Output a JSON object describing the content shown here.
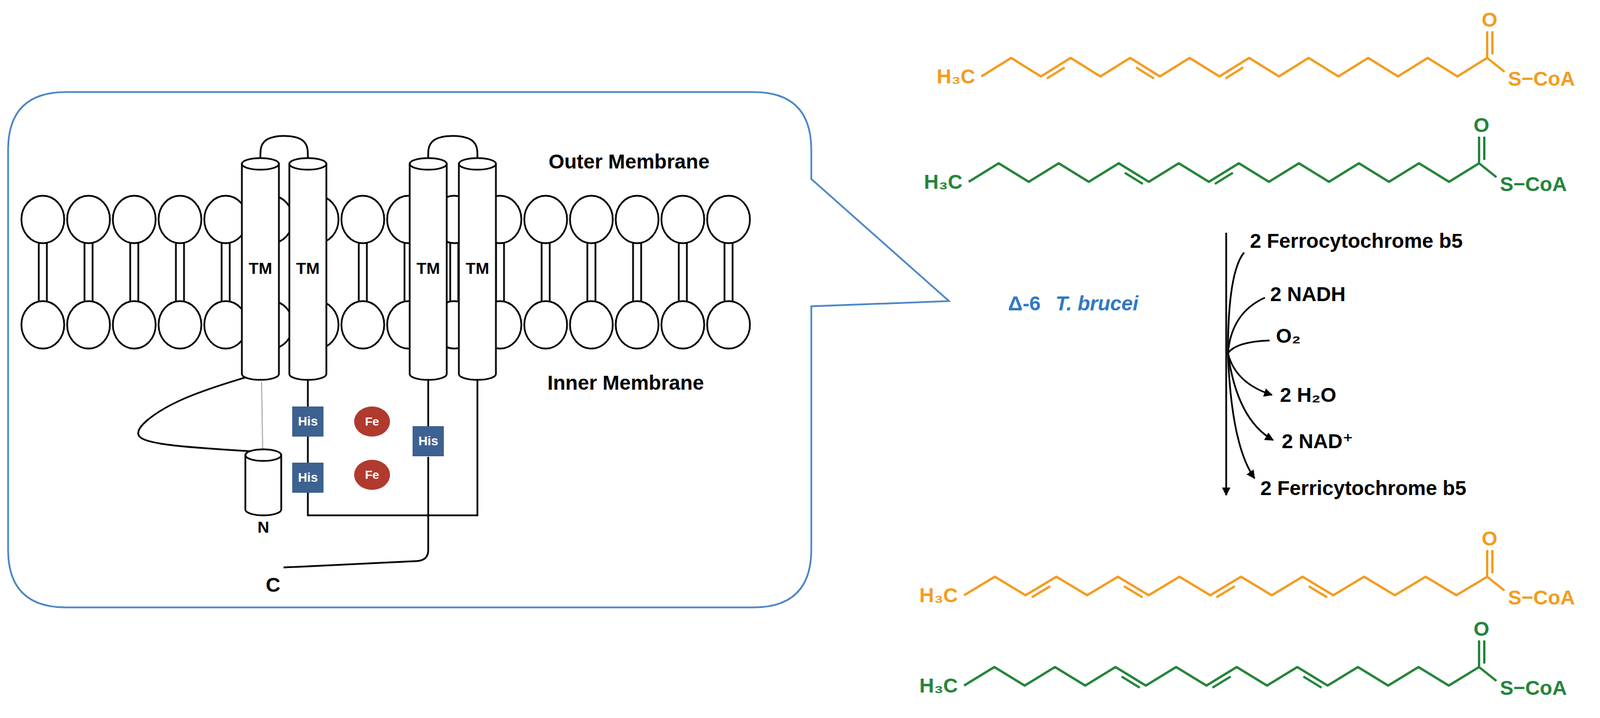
{
  "diagram": {
    "nodes": [
      {
        "text": [
          "TM"
        ]
      },
      {
        "text": [
          "TM"
        ]
      },
      {
        "text": [
          "TM"
        ]
      },
      {
        "text": [
          "TM"
        ]
      },
      {
        "text": [
          "His"
        ]
      },
      {
        "text": [
          "His"
        ]
      },
      {
        "text": [
          "Fe"
        ]
      },
      {
        "text": [
          "Fe"
        ]
      },
      {
        "text": [
          "His"
        ]
      },
      {
        "text": [
          "N"
        ]
      }
    ],
    "edges": [
      {
        "from": 0,
        "to": 1,
        "arrow": "none"
      },
      {
        "from": 2,
        "to": 3,
        "arrow": "none"
      },
      {
        "from": 0,
        "to": 9,
        "arrow": "none"
      },
      {
        "from": 1,
        "to": 4,
        "arrow": "none"
      },
      {
        "from": 4,
        "to": 5,
        "arrow": "none"
      },
      {
        "from": 5,
        "to": 3,
        "arrow": "none"
      },
      {
        "from": 2,
        "to": 8,
        "arrow": "none"
      }
    ],
    "labels": [
      "Outer Membrane",
      "Inner Membrane",
      "C",
      "H₃C",
      "O",
      "S−CoA",
      "H₃C",
      "O",
      "S−CoA",
      "Δ-6",
      "T. brucei",
      "2 Ferrocytochrome b5",
      "2 NADH",
      "O₂",
      "2 H₂O",
      "2 NAD⁺",
      "2 Ferricytochrome b5",
      "H₃C",
      "O",
      "S−CoA",
      "H₃C",
      "O",
      "S−CoA"
    ]
  }
}
